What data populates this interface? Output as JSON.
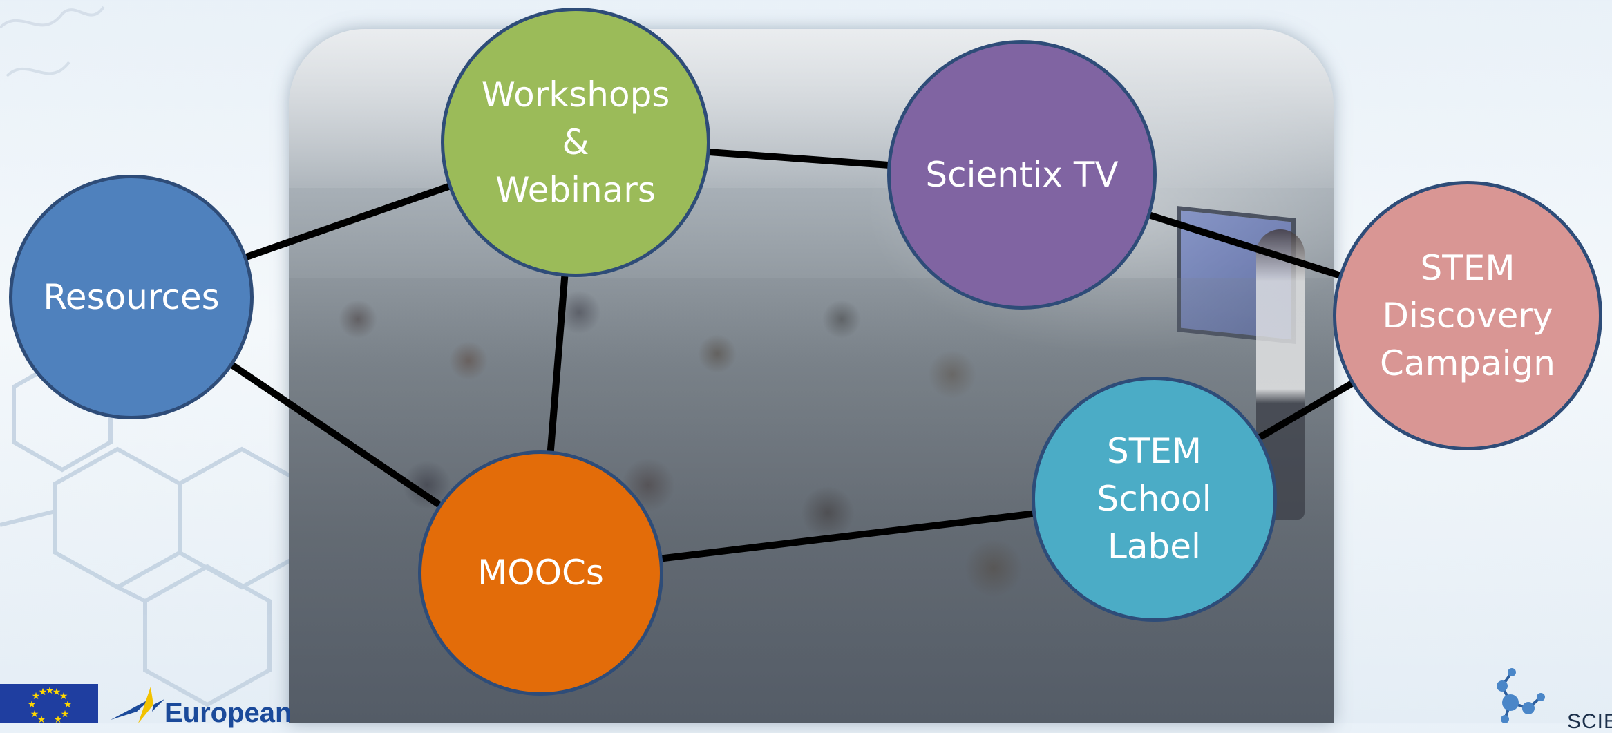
{
  "nodes": [
    {
      "id": "resources",
      "label": "Resources",
      "color": "#4f81bd"
    },
    {
      "id": "workshops",
      "label": "Workshops\n&\nWebinars",
      "color": "#9bbb59"
    },
    {
      "id": "scientix-tv",
      "label": "Scientix TV",
      "color": "#8064a2"
    },
    {
      "id": "stem-discovery",
      "label": "STEM\nDiscovery\nCampaign",
      "color": "#d99694"
    },
    {
      "id": "stem-school-label",
      "label": "STEM\nSchool\nLabel",
      "color": "#4bacc6"
    },
    {
      "id": "moocs",
      "label": "MOOCs",
      "color": "#e36c09"
    }
  ],
  "edges": [
    [
      "resources",
      "workshops"
    ],
    [
      "resources",
      "moocs"
    ],
    [
      "workshops",
      "moocs"
    ],
    [
      "workshops",
      "scientix-tv"
    ],
    [
      "scientix-tv",
      "stem-discovery"
    ],
    [
      "moocs",
      "stem-school-label"
    ],
    [
      "stem-school-label",
      "stem-discovery"
    ]
  ],
  "style": {
    "edge_color": "#000000",
    "node_border_color": "#2e4c78"
  },
  "logos": {
    "eu_flag": "eu-flag-icon",
    "european_schoolnet": "European",
    "scientix": "SCIEN"
  }
}
